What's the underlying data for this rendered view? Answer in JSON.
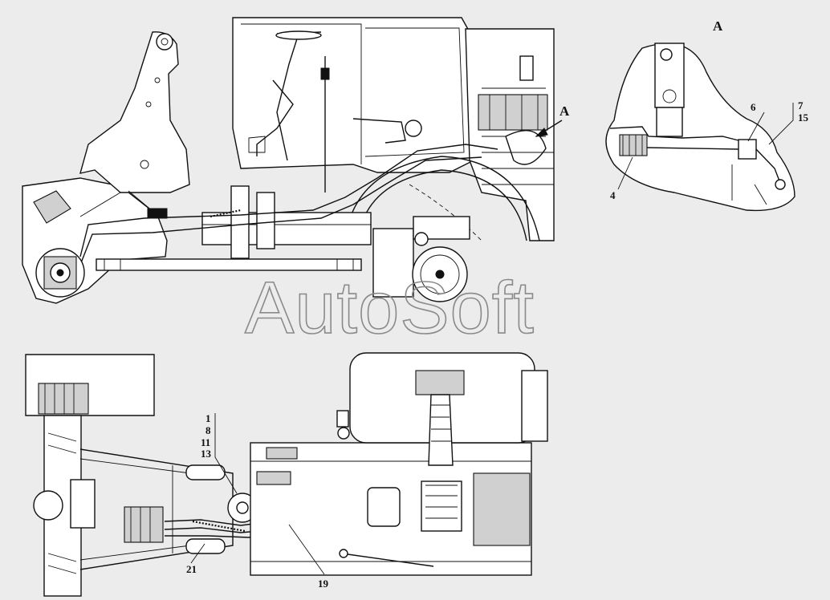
{
  "view_a_title": "A",
  "callouts": {
    "view_a_marker": "A",
    "a_1": "6",
    "a_2": "7",
    "a_3": "15",
    "a_4": "4",
    "p_1": "1",
    "p_2": "8",
    "p_3": "11",
    "p_4": "13",
    "p_5": "21",
    "p_6": "19"
  },
  "watermark": "AutoSoft"
}
